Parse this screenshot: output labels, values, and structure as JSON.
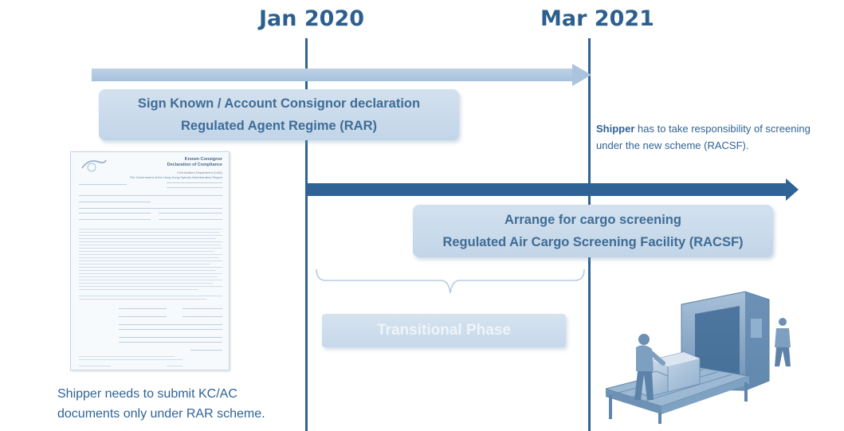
{
  "timeline": {
    "date_1": "Jan 2020",
    "date_2": "Mar 2021"
  },
  "rar_box": {
    "line1": "Sign Known / Account Consignor declaration",
    "line2": "Regulated Agent Regime (RAR)"
  },
  "racsf_box": {
    "line1": "Arrange for cargo screening",
    "line2": "Regulated Air Cargo Screening Facility (RACSF)"
  },
  "transitional_phase": "Transitional Phase",
  "shipper_note_right": {
    "bold": "Shipper",
    "rest": " has to take responsibility of screening under the new scheme (RACSF)."
  },
  "shipper_note_left": {
    "line1": "Shipper needs to submit KC/AC",
    "line2": "documents only under RAR scheme."
  },
  "document": {
    "title1": "Known Consignor",
    "title2": "Declaration of Compliance",
    "dept": "Civil Aviation Department (CAD)",
    "org": "The Government of the Hong Kong Special Administrative Region"
  },
  "colors": {
    "timeline_blue": "#2f6396",
    "box_fill": "#c9dbec",
    "text_blue": "#3f6c96"
  },
  "icons": [
    "document-icon",
    "cargo-screening-illustration"
  ]
}
